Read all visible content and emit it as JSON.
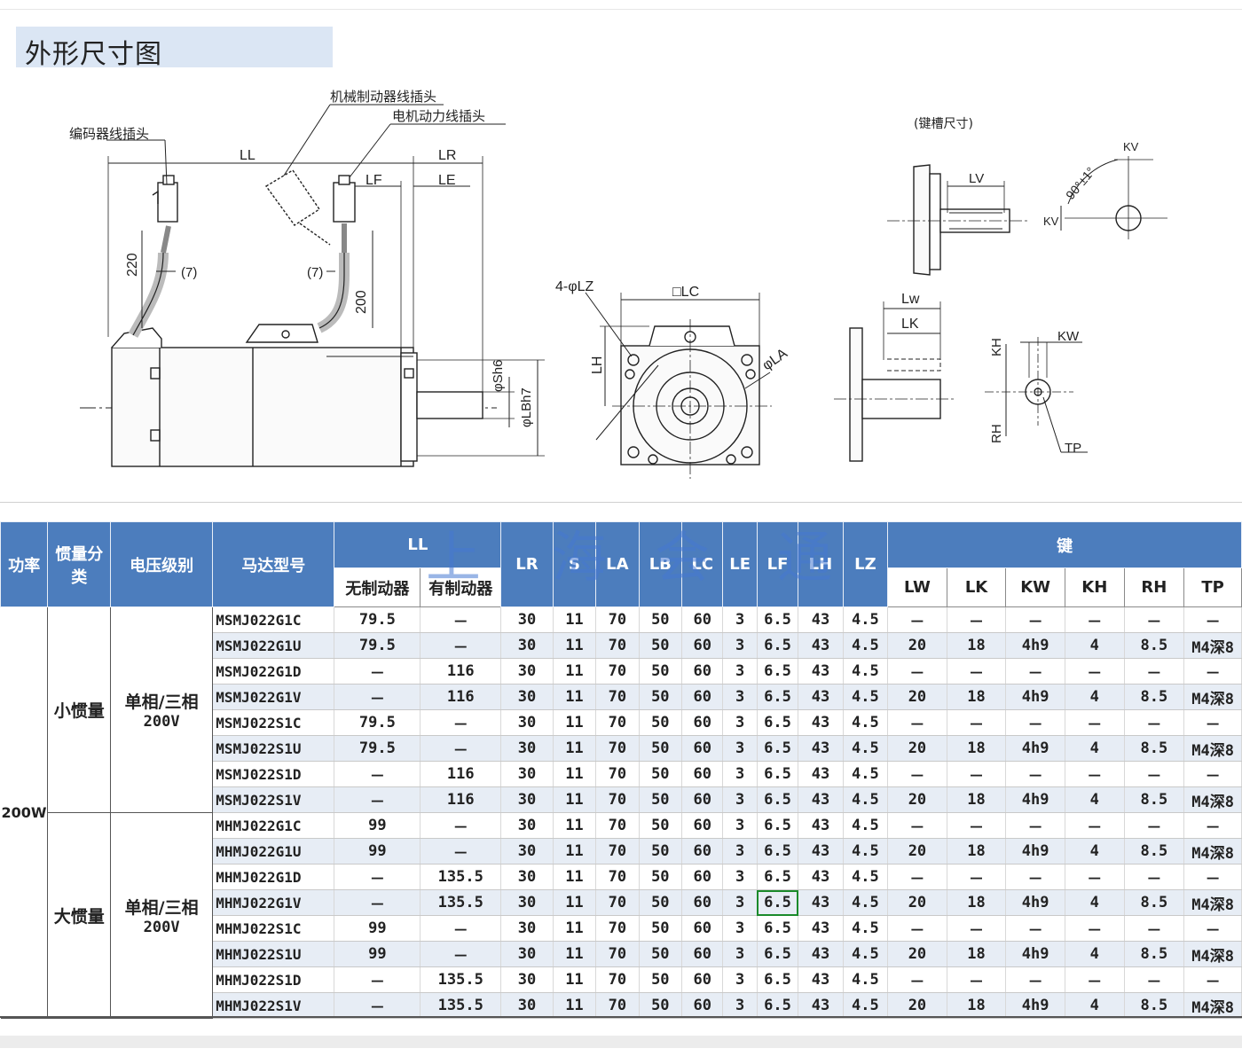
{
  "section_title": "外形尺寸图",
  "drawing": {
    "label_encoder": "编码器线插头",
    "label_brake": "机械制动器线插头",
    "label_power": "电机动力线插头",
    "label_keyway": "(键槽尺寸)",
    "dim_LL": "LL",
    "dim_LR": "LR",
    "dim_LF": "LF",
    "dim_LE": "LE",
    "dim_220": "220",
    "dim_200": "200",
    "dim_7a": "(7)",
    "dim_7b": "(7)",
    "dim_Sh6": "φSh6",
    "dim_LBh7": "φLBh7",
    "dim_LZ": "4-φLZ",
    "dim_LC": "□LC",
    "dim_LH": "LH",
    "dim_LA": "φLA",
    "dim_LV": "LV",
    "dim_KV1": "KV",
    "dim_KV2": "KV",
    "dim_angle": "90°±1°",
    "dim_Lw": "Lw",
    "dim_LK": "LK",
    "dim_KH": "KH",
    "dim_KW": "KW",
    "dim_RH": "RH",
    "dim_TP": "TP"
  },
  "watermark": [
    "上",
    "海",
    "会",
    "通"
  ],
  "table": {
    "headers": {
      "power": "功率",
      "inertia": "惯量分类",
      "voltage": "电压级别",
      "model": "马达型号",
      "LL": "LL",
      "LR": "LR",
      "S": "S",
      "LA": "LA",
      "LB": "LB",
      "LC": "LC",
      "LE": "LE",
      "LF": "LF",
      "LH": "LH",
      "LZ": "LZ",
      "key": "键",
      "LL_nobrake": "无制动器",
      "LL_brake": "有制动器",
      "LW": "LW",
      "LK": "LK",
      "KW": "KW",
      "KH": "KH",
      "RH": "RH",
      "TP": "TP"
    },
    "power_value": "200W",
    "groups": [
      {
        "inertia": "小惯量",
        "voltage_line1": "单相/三相",
        "voltage_line2": "200V"
      },
      {
        "inertia": "大惯量",
        "voltage_line1": "单相/三相",
        "voltage_line2": "200V"
      }
    ],
    "rows": [
      [
        "MSMJ022G1C",
        "79.5",
        "－",
        "30",
        "11",
        "70",
        "50",
        "60",
        "3",
        "6.5",
        "43",
        "4.5",
        "－",
        "－",
        "－",
        "－",
        "－",
        "－"
      ],
      [
        "MSMJ022G1U",
        "79.5",
        "－",
        "30",
        "11",
        "70",
        "50",
        "60",
        "3",
        "6.5",
        "43",
        "4.5",
        "20",
        "18",
        "4h9",
        "4",
        "8.5",
        "M4深8"
      ],
      [
        "MSMJ022G1D",
        "－",
        "116",
        "30",
        "11",
        "70",
        "50",
        "60",
        "3",
        "6.5",
        "43",
        "4.5",
        "－",
        "－",
        "－",
        "－",
        "－",
        "－"
      ],
      [
        "MSMJ022G1V",
        "－",
        "116",
        "30",
        "11",
        "70",
        "50",
        "60",
        "3",
        "6.5",
        "43",
        "4.5",
        "20",
        "18",
        "4h9",
        "4",
        "8.5",
        "M4深8"
      ],
      [
        "MSMJ022S1C",
        "79.5",
        "－",
        "30",
        "11",
        "70",
        "50",
        "60",
        "3",
        "6.5",
        "43",
        "4.5",
        "－",
        "－",
        "－",
        "－",
        "－",
        "－"
      ],
      [
        "MSMJ022S1U",
        "79.5",
        "－",
        "30",
        "11",
        "70",
        "50",
        "60",
        "3",
        "6.5",
        "43",
        "4.5",
        "20",
        "18",
        "4h9",
        "4",
        "8.5",
        "M4深8"
      ],
      [
        "MSMJ022S1D",
        "－",
        "116",
        "30",
        "11",
        "70",
        "50",
        "60",
        "3",
        "6.5",
        "43",
        "4.5",
        "－",
        "－",
        "－",
        "－",
        "－",
        "－"
      ],
      [
        "MSMJ022S1V",
        "－",
        "116",
        "30",
        "11",
        "70",
        "50",
        "60",
        "3",
        "6.5",
        "43",
        "4.5",
        "20",
        "18",
        "4h9",
        "4",
        "8.5",
        "M4深8"
      ],
      [
        "MHMJ022G1C",
        "99",
        "－",
        "30",
        "11",
        "70",
        "50",
        "60",
        "3",
        "6.5",
        "43",
        "4.5",
        "－",
        "－",
        "－",
        "－",
        "－",
        "－"
      ],
      [
        "MHMJ022G1U",
        "99",
        "－",
        "30",
        "11",
        "70",
        "50",
        "60",
        "3",
        "6.5",
        "43",
        "4.5",
        "20",
        "18",
        "4h9",
        "4",
        "8.5",
        "M4深8"
      ],
      [
        "MHMJ022G1D",
        "－",
        "135.5",
        "30",
        "11",
        "70",
        "50",
        "60",
        "3",
        "6.5",
        "43",
        "4.5",
        "－",
        "－",
        "－",
        "－",
        "－",
        "－"
      ],
      [
        "MHMJ022G1V",
        "－",
        "135.5",
        "30",
        "11",
        "70",
        "50",
        "60",
        "3",
        "6.5",
        "43",
        "4.5",
        "20",
        "18",
        "4h9",
        "4",
        "8.5",
        "M4深8"
      ],
      [
        "MHMJ022S1C",
        "99",
        "－",
        "30",
        "11",
        "70",
        "50",
        "60",
        "3",
        "6.5",
        "43",
        "4.5",
        "－",
        "－",
        "－",
        "－",
        "－",
        "－"
      ],
      [
        "MHMJ022S1U",
        "99",
        "－",
        "30",
        "11",
        "70",
        "50",
        "60",
        "3",
        "6.5",
        "43",
        "4.5",
        "20",
        "18",
        "4h9",
        "4",
        "8.5",
        "M4深8"
      ],
      [
        "MHMJ022S1D",
        "－",
        "135.5",
        "30",
        "11",
        "70",
        "50",
        "60",
        "3",
        "6.5",
        "43",
        "4.5",
        "－",
        "－",
        "－",
        "－",
        "－",
        "－"
      ],
      [
        "MHMJ022S1V",
        "－",
        "135.5",
        "30",
        "11",
        "70",
        "50",
        "60",
        "3",
        "6.5",
        "43",
        "4.5",
        "20",
        "18",
        "4h9",
        "4",
        "8.5",
        "M4深8"
      ]
    ]
  },
  "colors": {
    "header_bg": "#4c7dbd",
    "alt_row_bg": "#e7edf5",
    "title_bar_bg": "#dbe6f4",
    "selected_cell_outline": "#1a8a2a"
  }
}
